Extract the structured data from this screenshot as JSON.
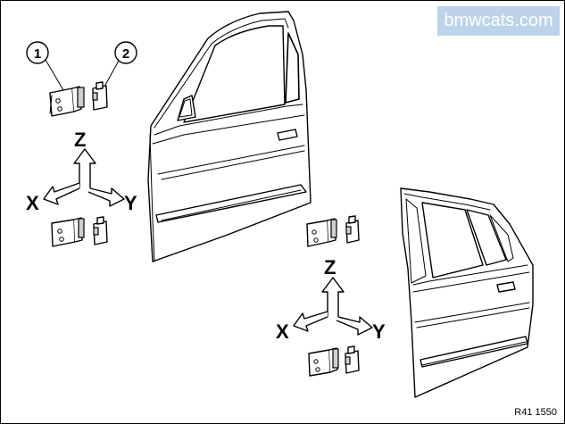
{
  "watermark": "bmwcats.com",
  "reference": "R41 1550",
  "callouts": {
    "one": "1",
    "two": "2"
  },
  "axes_front": {
    "z": "Z",
    "x": "X",
    "y": "Y"
  },
  "axes_rear": {
    "z": "Z",
    "x": "X",
    "y": "Y"
  },
  "icons": [
    "hinge-icon",
    "hinge-bracket-icon",
    "door-icon",
    "axis-arrows-icon"
  ]
}
